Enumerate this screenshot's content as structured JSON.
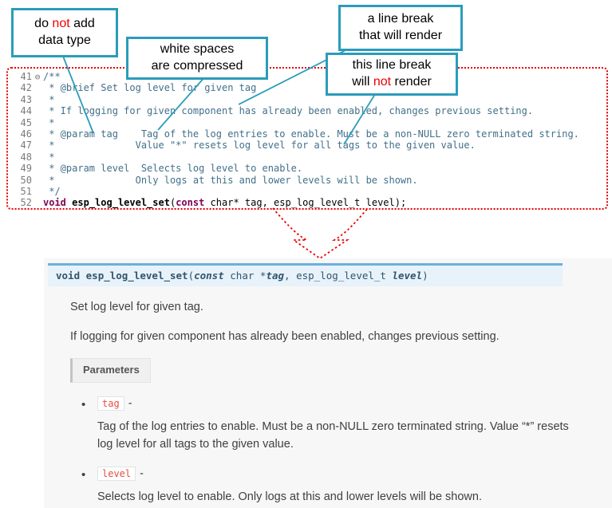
{
  "callouts": {
    "no_datatype": {
      "l1a": "do ",
      "l1b": "not",
      "l1c": " add",
      "l2": "data type"
    },
    "whitespace": {
      "l1": "white spaces",
      "l2": "are  compressed"
    },
    "break_render": {
      "l1": "a line break",
      "l2": "that will render"
    },
    "break_norender": {
      "l1": "this line break",
      "l2a": "will ",
      "l2b": "not",
      "l2c": " render"
    }
  },
  "code": {
    "lines": [
      {
        "num": "41",
        "fold": "⊖",
        "segs": [
          {
            "c": "cmt",
            "t": "/**"
          }
        ]
      },
      {
        "num": "42",
        "segs": [
          {
            "c": "cmt",
            "t": " * @brief Set log level for given tag"
          }
        ]
      },
      {
        "num": "43",
        "segs": [
          {
            "c": "cmt",
            "t": " *"
          }
        ]
      },
      {
        "num": "44",
        "segs": [
          {
            "c": "cmt",
            "t": " * If logging for given component has already been enabled, changes previous setting."
          }
        ]
      },
      {
        "num": "45",
        "segs": [
          {
            "c": "cmt",
            "t": " *"
          }
        ]
      },
      {
        "num": "46",
        "segs": [
          {
            "c": "cmt",
            "t": " * @param tag    Tag of the log entries to enable. Must be a non-NULL zero terminated string."
          }
        ]
      },
      {
        "num": "47",
        "segs": [
          {
            "c": "cmt",
            "t": " *              Value \"*\" resets log level for all tags to the given value."
          }
        ]
      },
      {
        "num": "48",
        "segs": [
          {
            "c": "cmt",
            "t": " *"
          }
        ]
      },
      {
        "num": "49",
        "segs": [
          {
            "c": "cmt",
            "t": " * @param level  Selects log level to enable."
          }
        ]
      },
      {
        "num": "50",
        "segs": [
          {
            "c": "cmt",
            "t": " *              Only logs at this and lower levels will be shown."
          }
        ]
      },
      {
        "num": "51",
        "segs": [
          {
            "c": "cmt",
            "t": " */"
          }
        ]
      },
      {
        "num": "52",
        "segs": [
          {
            "c": "kw",
            "t": "void"
          },
          {
            "c": "pln",
            "t": " "
          },
          {
            "c": "fn",
            "t": "esp_log_level_set"
          },
          {
            "c": "pln",
            "t": "("
          },
          {
            "c": "kw",
            "t": "const"
          },
          {
            "c": "pln",
            "t": " char* tag, esp_log_level_t level);"
          }
        ]
      }
    ]
  },
  "docs": {
    "signature": {
      "ret": "void ",
      "name": "esp_log_level_set",
      "open": "(",
      "const_kw": "const ",
      "type1": "char *",
      "param1": "tag",
      "comma": ", ",
      "type2": "esp_log_level_t ",
      "param2": "level",
      "close": ")"
    },
    "brief": "Set log level for given tag.",
    "detail": "If logging for given component has already been enabled, changes previous setting.",
    "parameters_label": "Parameters",
    "bullet": "•",
    "params": [
      {
        "name": "tag",
        "sep": "-",
        "desc": "Tag of the log entries to enable. Must be a non-NULL zero terminated string. Value “*” resets log level for all tags to the given value."
      },
      {
        "name": "level",
        "sep": "-",
        "desc": "Selects log level to enable. Only logs at this and lower levels will be shown."
      }
    ]
  },
  "colors": {
    "callout_border": "#2b9cba",
    "annotation_red": "#ee0000",
    "code_comment": "#41708a",
    "code_keyword": "#7f0055",
    "signature_bg": "#e7f2fa",
    "signature_border": "#6ab0de",
    "literal_red": "#e74c3c"
  }
}
